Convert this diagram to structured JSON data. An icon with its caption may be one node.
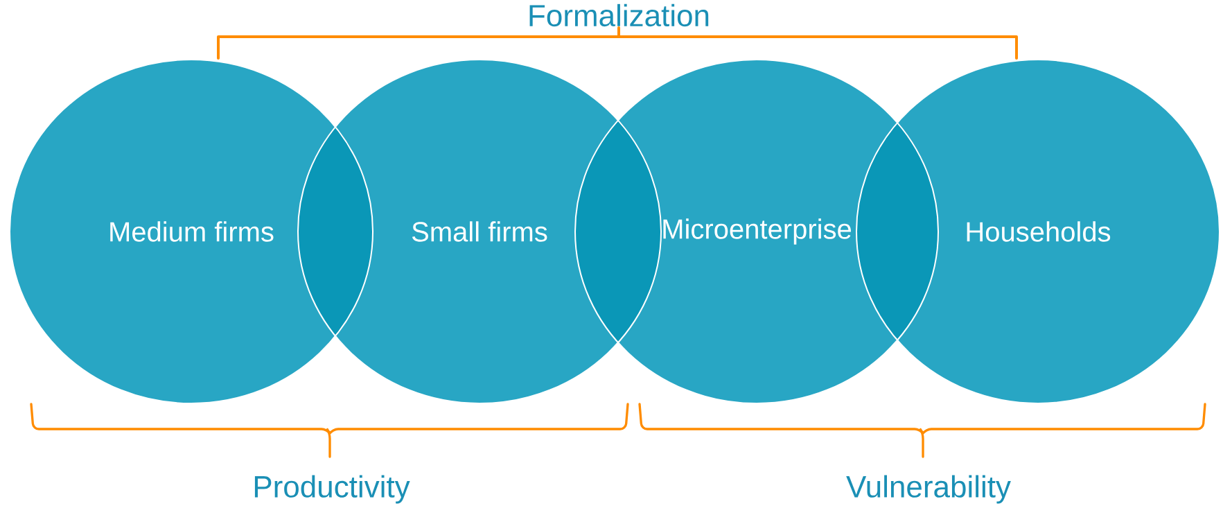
{
  "diagram": {
    "nodes": [
      {
        "text": [
          "Medium firms"
        ]
      },
      {
        "text": [
          "Small firms"
        ]
      },
      {
        "text": [
          "Microenterprise"
        ]
      },
      {
        "text": [
          "Households"
        ]
      }
    ],
    "edges": [],
    "labels": [
      "Formalization",
      "Productivity",
      "Vulnerability"
    ]
  }
}
